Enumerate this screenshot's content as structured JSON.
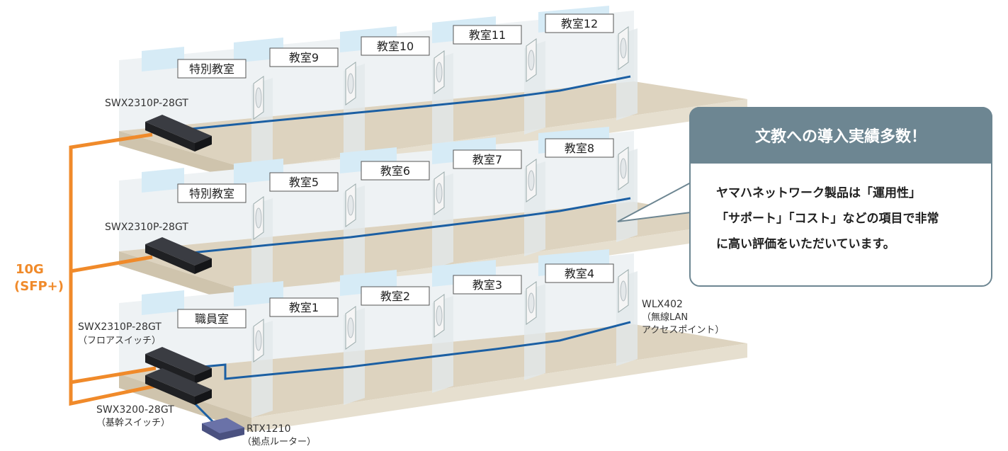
{
  "colors": {
    "orange": "#f08a2a",
    "blue": "#1b5fa3",
    "floor": "#ddd3bf",
    "wall": "#e9eef1",
    "window": "#d6ebf6",
    "switch": "#2a2b2f",
    "callout_header": "#6d8692",
    "callout_border": "#6d8692"
  },
  "floors": [
    {
      "rooms": [
        "特別教室",
        "教室9",
        "教室10",
        "教室11",
        "教室12"
      ],
      "switch": "SWX2310P-28GT"
    },
    {
      "rooms": [
        "特別教室",
        "教室5",
        "教室6",
        "教室7",
        "教室8"
      ],
      "switch": "SWX2310P-28GT"
    },
    {
      "rooms": [
        "職員室",
        "教室1",
        "教室2",
        "教室3",
        "教室4"
      ],
      "switch": "SWX2310P-28GT",
      "switch_sub": "（フロアスイッチ）"
    }
  ],
  "core_switch": {
    "name": "SWX3200-28GT",
    "sub": "（基幹スイッチ）"
  },
  "router": {
    "name": "RTX1210",
    "sub": "（拠点ルーター）"
  },
  "access_point": {
    "name": "WLX402",
    "sub1": "（無線LAN",
    "sub2": "アクセスポイント）"
  },
  "uplink": {
    "line1": "10G",
    "line2": "(SFP+)"
  },
  "callout": {
    "title": "文教への導入実績多数！",
    "lines": [
      "ヤマハネットワーク製品は「運用性」",
      "「サポート」「コスト」などの項目で非常",
      "に高い評価をいただいています。"
    ]
  }
}
